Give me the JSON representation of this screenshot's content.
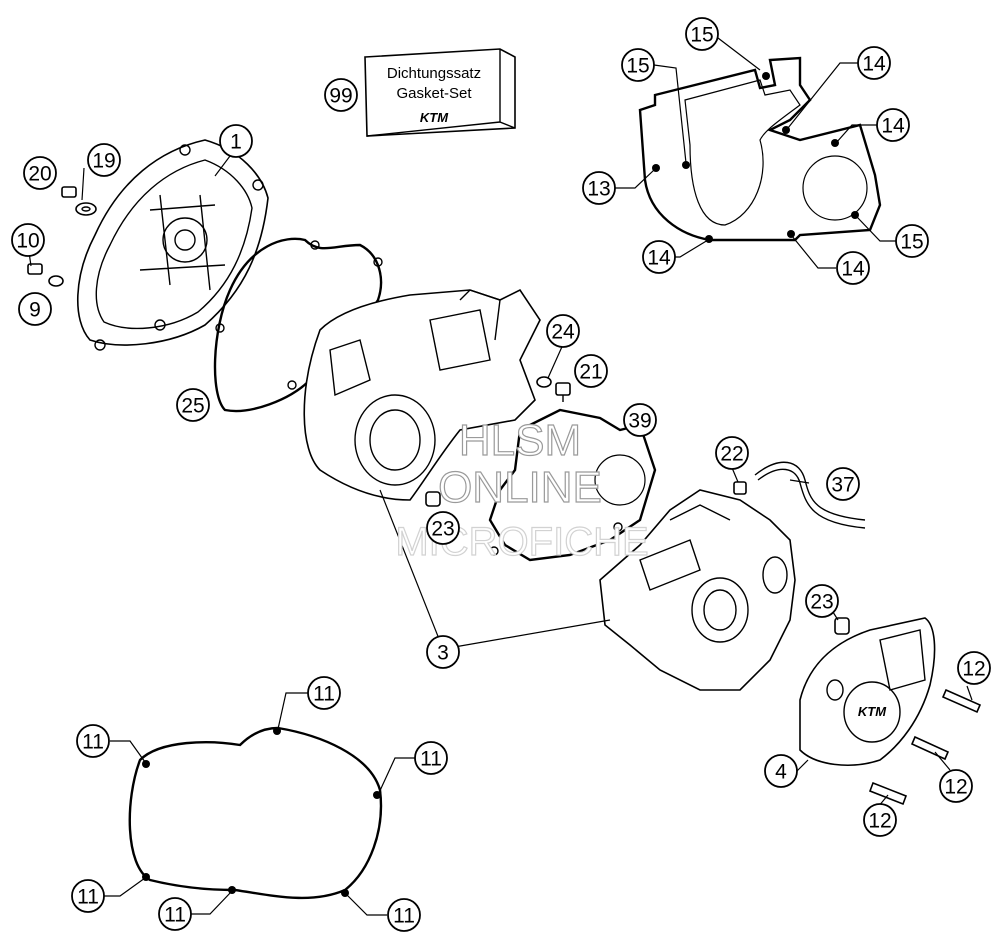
{
  "gasket_set_box": {
    "line1": "Dichtungssatz",
    "line2": "Gasket-Set",
    "logo": "KTM"
  },
  "watermark": {
    "line1": "HLSM",
    "line2": "ONLINE",
    "line3": "MICROFICHE"
  },
  "callouts": [
    {
      "id": "c99",
      "label": "99"
    },
    {
      "id": "c1",
      "label": "1"
    },
    {
      "id": "c19",
      "label": "19"
    },
    {
      "id": "c20",
      "label": "20"
    },
    {
      "id": "c10",
      "label": "10"
    },
    {
      "id": "c9",
      "label": "9"
    },
    {
      "id": "c25",
      "label": "25"
    },
    {
      "id": "c24",
      "label": "24"
    },
    {
      "id": "c21",
      "label": "21"
    },
    {
      "id": "c39",
      "label": "39"
    },
    {
      "id": "c23a",
      "label": "23"
    },
    {
      "id": "c22",
      "label": "22"
    },
    {
      "id": "c37",
      "label": "37"
    },
    {
      "id": "c3",
      "label": "3"
    },
    {
      "id": "c23b",
      "label": "23"
    },
    {
      "id": "c12a",
      "label": "12"
    },
    {
      "id": "c12b",
      "label": "12"
    },
    {
      "id": "c12c",
      "label": "12"
    },
    {
      "id": "c4",
      "label": "4"
    },
    {
      "id": "c15a",
      "label": "15"
    },
    {
      "id": "c15b",
      "label": "15"
    },
    {
      "id": "c14a",
      "label": "14"
    },
    {
      "id": "c14b",
      "label": "14"
    },
    {
      "id": "c13",
      "label": "13"
    },
    {
      "id": "c14c",
      "label": "14"
    },
    {
      "id": "c14d",
      "label": "14"
    },
    {
      "id": "c15c",
      "label": "15"
    },
    {
      "id": "c11a",
      "label": "11"
    },
    {
      "id": "c11b",
      "label": "11"
    },
    {
      "id": "c11c",
      "label": "11"
    },
    {
      "id": "c11d",
      "label": "11"
    },
    {
      "id": "c11e",
      "label": "11"
    },
    {
      "id": "c11f",
      "label": "11"
    }
  ]
}
